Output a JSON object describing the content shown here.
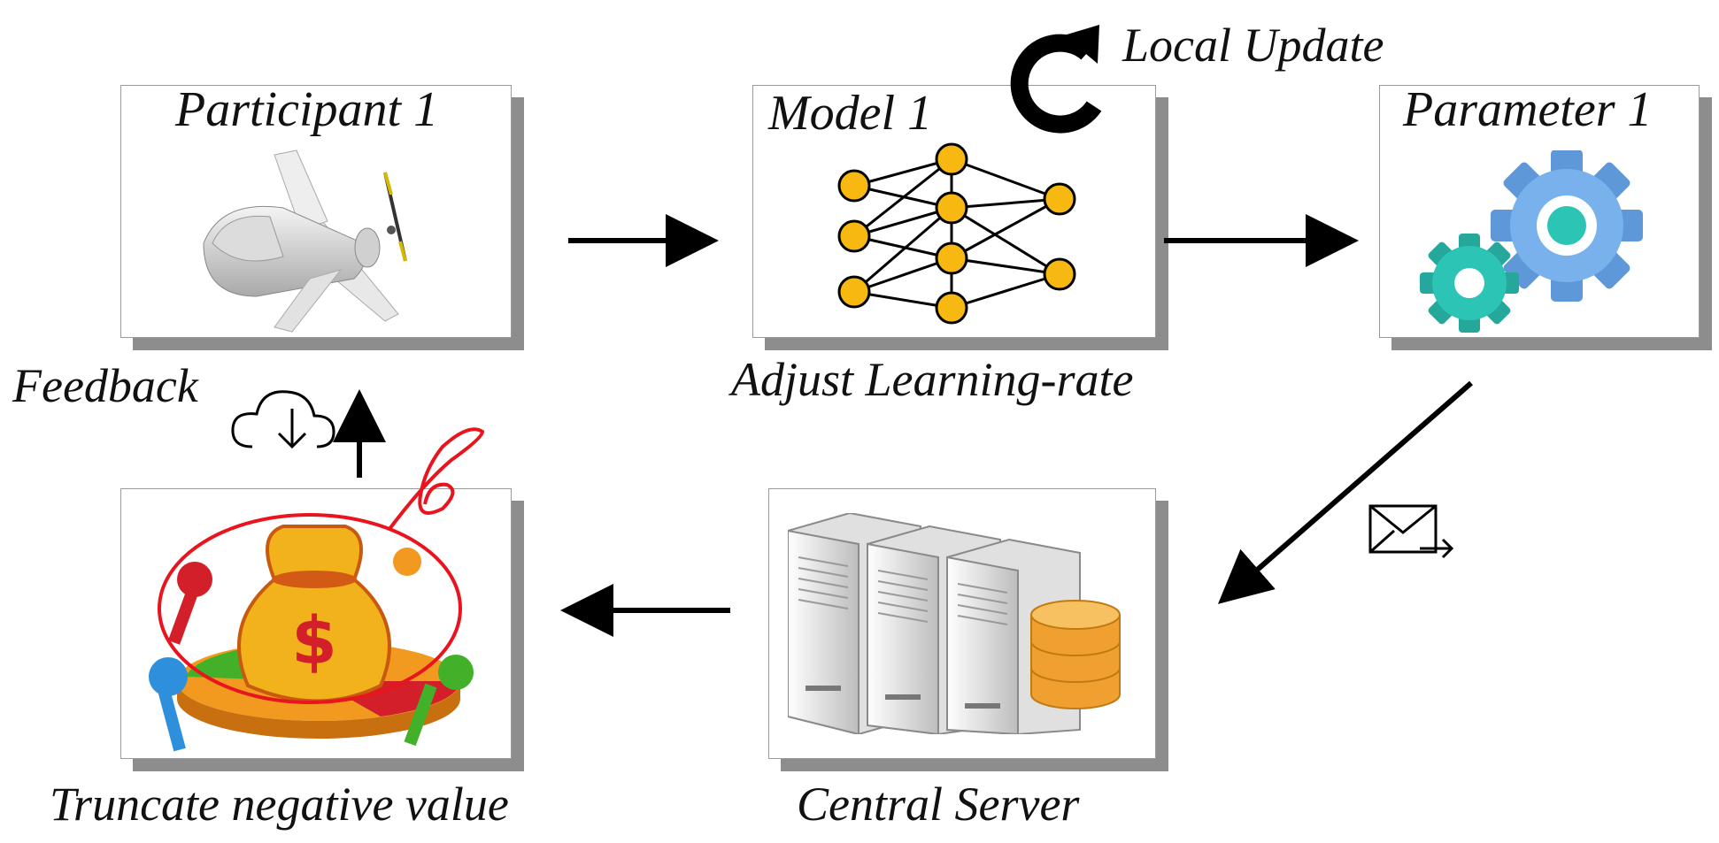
{
  "nodes": {
    "participant": {
      "title": "Participant 1",
      "caption": ""
    },
    "model": {
      "title": "Model 1",
      "caption": "Adjust Learning-rate"
    },
    "parameter": {
      "title": "Parameter 1",
      "caption": ""
    },
    "server": {
      "title": "",
      "caption": "Central Server"
    },
    "incentive": {
      "title": "",
      "caption": "Truncate negative value"
    }
  },
  "annotations": {
    "local_update": "Local Update",
    "feedback": "Feedback",
    "dollar_sign": "$"
  },
  "icons": {
    "refresh": "refresh-icon",
    "cloud_download": "cloud-download-icon",
    "mail_send": "mail-send-icon",
    "drone": "drone-icon",
    "neural_network": "neural-network-icon",
    "gears": "gears-icon",
    "servers": "server-rack-icon",
    "money_bag": "money-bag-icon"
  },
  "colors": {
    "node_yellow": "#f7b812",
    "gear_blue": "#6aa6e6",
    "gear_teal": "#2cc4b4",
    "database_orange": "#f0a030",
    "highlight_red": "#e8141e"
  }
}
